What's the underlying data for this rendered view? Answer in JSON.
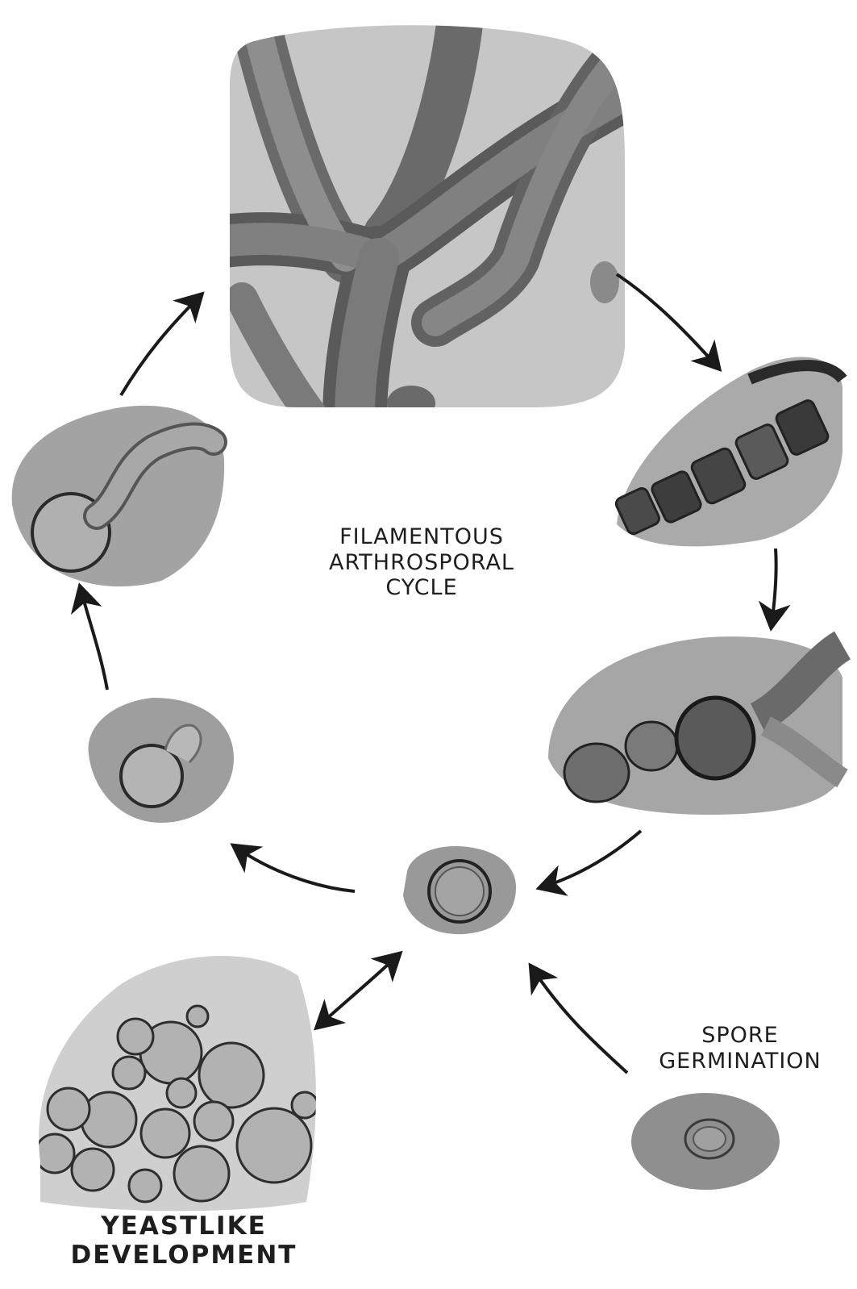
{
  "labels": {
    "cycle": [
      "FILAMENTOUS",
      "ARTHROSPORAL",
      "CYCLE"
    ],
    "spore": [
      "SPORE",
      "GERMINATION"
    ],
    "yeast": [
      "YEASTLIKE",
      "DEVELOPMENT"
    ]
  },
  "colors": {
    "background": "#ffffff",
    "micrograph_fill": "#a9a9a9",
    "cell_wall": "#3a3a3a",
    "arrow": "#1a1a1a",
    "text": "#1e1e1e"
  }
}
